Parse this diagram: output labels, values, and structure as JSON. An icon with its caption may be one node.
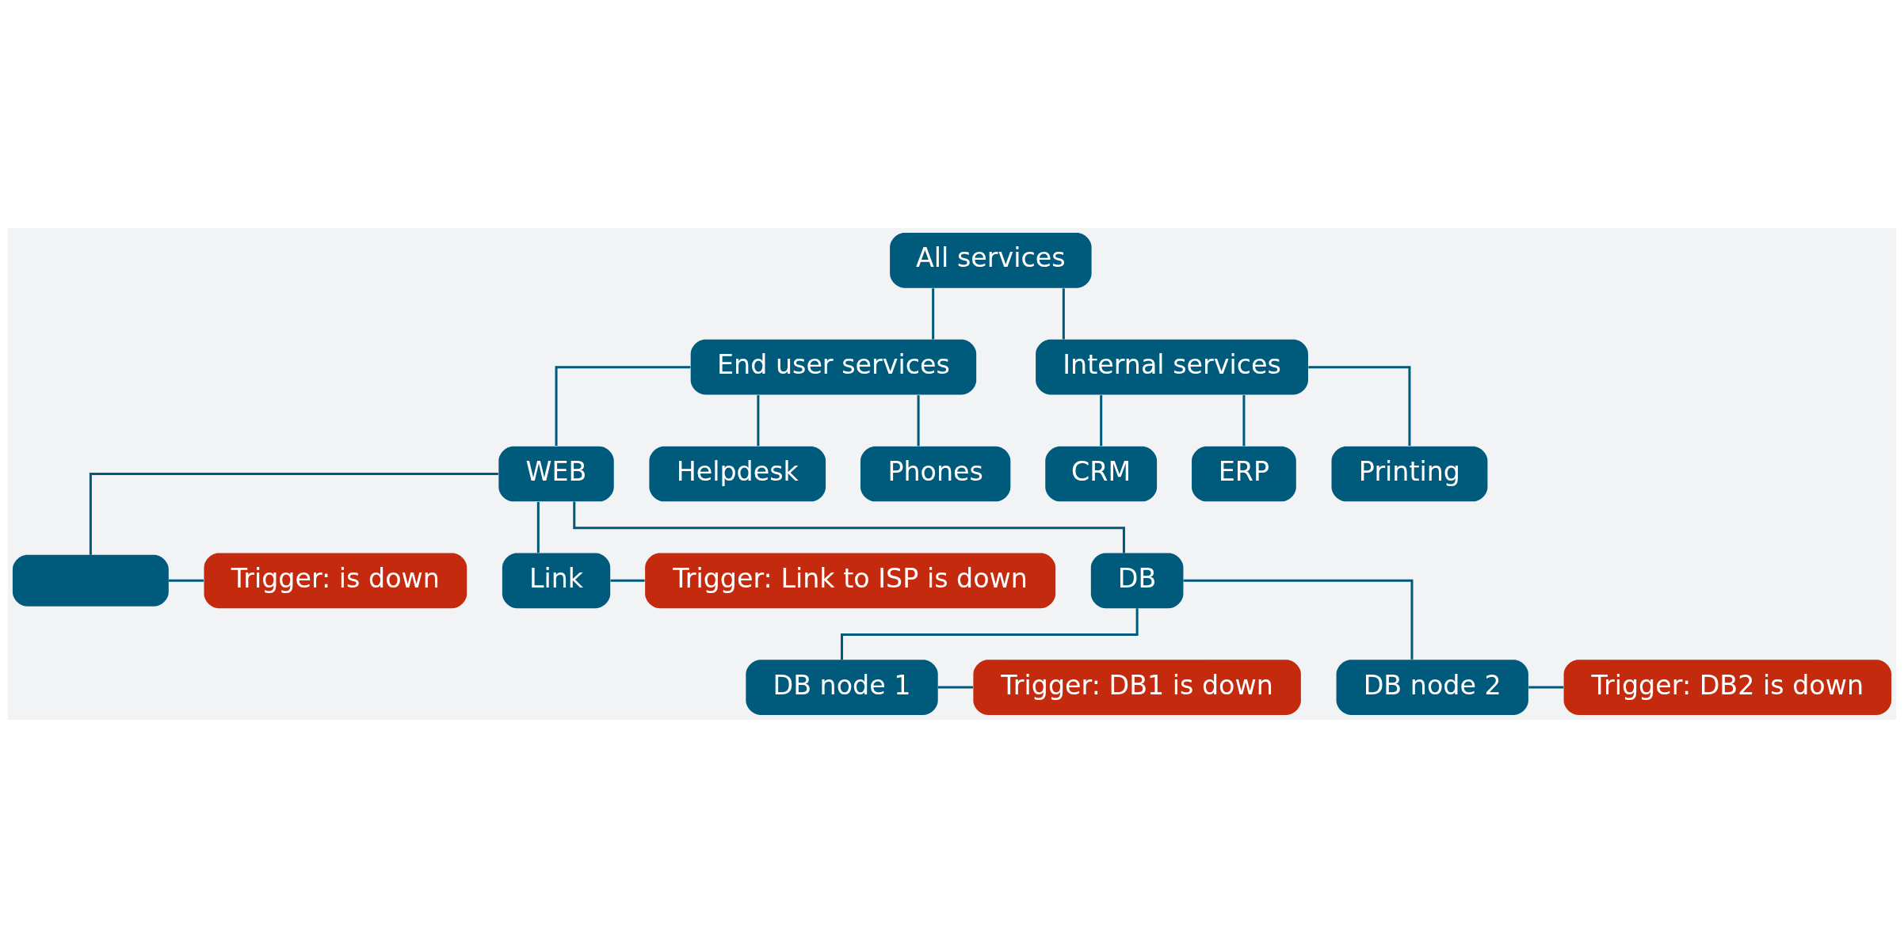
{
  "diagram": {
    "nodes": [
      {
        "text": [
          "All services"
        ]
      },
      {
        "text": [
          "End user services"
        ]
      },
      {
        "text": [
          "Internal services"
        ]
      },
      {
        "text": [
          "WEB"
        ]
      },
      {
        "text": [
          "Helpdesk"
        ]
      },
      {
        "text": [
          "Phones"
        ]
      },
      {
        "text": [
          "CRM"
        ]
      },
      {
        "text": [
          "ERP"
        ]
      },
      {
        "text": [
          "Printing"
        ]
      },
      {
        "text": [],
        "shape": "box"
      },
      {
        "text": [
          "Trigger: is down"
        ]
      },
      {
        "text": [
          "Link"
        ]
      },
      {
        "text": [
          "Trigger: Link to ISP is down"
        ]
      },
      {
        "text": [
          "DB"
        ]
      },
      {
        "text": [
          "DB node 1"
        ]
      },
      {
        "text": [
          "Trigger: DB1 is down"
        ]
      },
      {
        "text": [
          "DB node 2"
        ]
      },
      {
        "text": [
          "Trigger: DB2 is down"
        ]
      }
    ],
    "edges": [
      {
        "from": 0,
        "to": 1,
        "arrow": "none"
      },
      {
        "from": 0,
        "to": 2,
        "arrow": "none"
      },
      {
        "from": 1,
        "to": 3,
        "arrow": "none"
      },
      {
        "from": 1,
        "to": 4,
        "arrow": "none"
      },
      {
        "from": 1,
        "to": 5,
        "arrow": "none"
      },
      {
        "from": 2,
        "to": 6,
        "arrow": "none"
      },
      {
        "from": 2,
        "to": 7,
        "arrow": "none"
      },
      {
        "from": 2,
        "to": 8,
        "arrow": "none"
      },
      {
        "from": 3,
        "to": 9,
        "arrow": "none"
      },
      {
        "from": 9,
        "to": 10,
        "arrow": "none"
      },
      {
        "from": 3,
        "to": 11,
        "arrow": "none"
      },
      {
        "from": 11,
        "to": 12,
        "arrow": "none"
      },
      {
        "from": 3,
        "to": 13,
        "arrow": "none"
      },
      {
        "from": 13,
        "to": 14,
        "arrow": "none"
      },
      {
        "from": 14,
        "to": 15,
        "arrow": "none"
      },
      {
        "from": 13,
        "to": 16,
        "arrow": "none"
      },
      {
        "from": 16,
        "to": 17,
        "arrow": "none"
      }
    ]
  }
}
